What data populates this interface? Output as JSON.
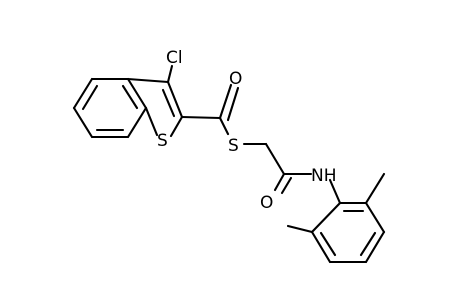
{
  "molecule": {
    "atom_labels": {
      "chlorine": "Cl",
      "ring_sulfur": "S",
      "thioester_sulfur": "S",
      "ester_oxygen": "O",
      "amide_oxygen": "O",
      "amide_nh": "NH"
    }
  },
  "colors": {
    "bond": "#000000",
    "text": "#000000",
    "background": "#ffffff"
  }
}
